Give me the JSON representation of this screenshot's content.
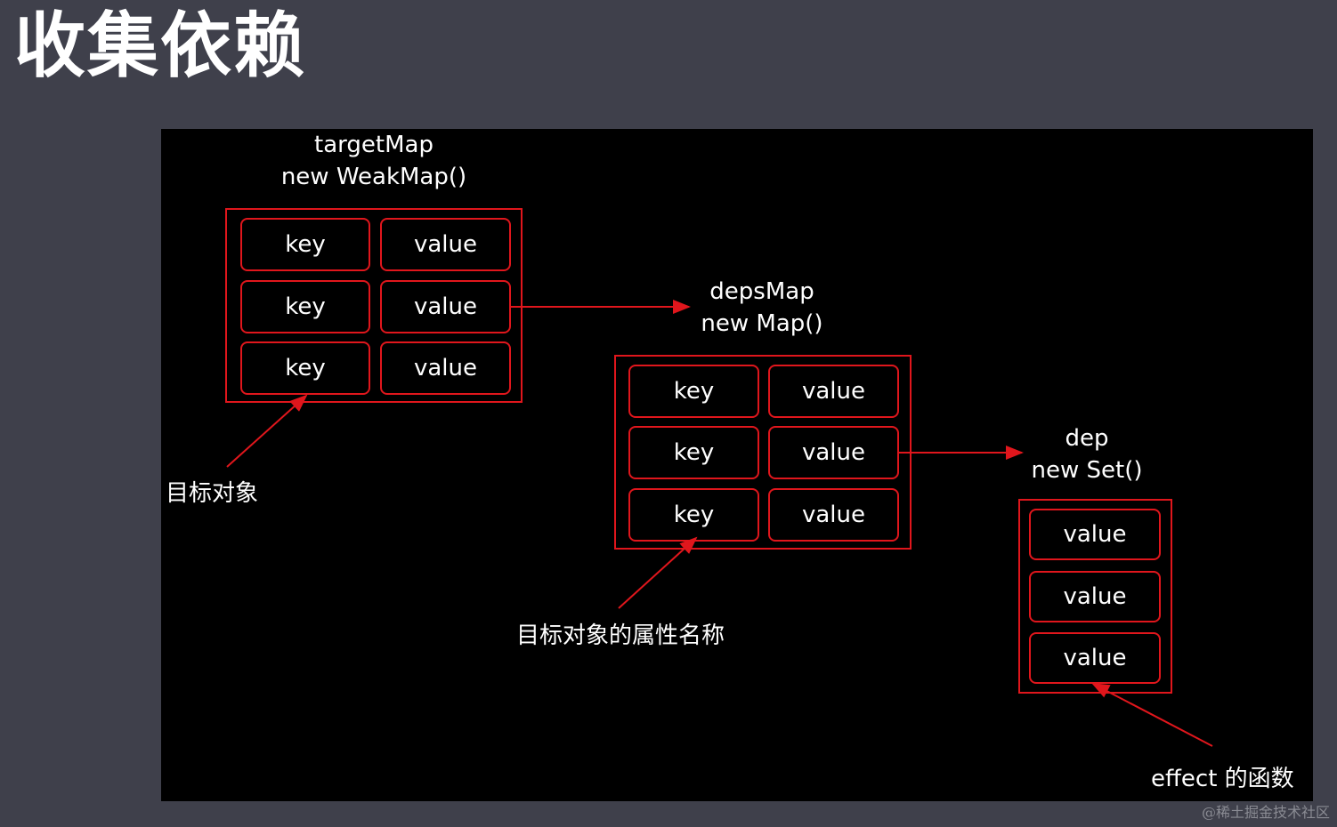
{
  "title": "收集依赖",
  "target_map": {
    "name": "targetMap",
    "ctor": "new WeakMap()",
    "rows": [
      {
        "key": "key",
        "value": "value"
      },
      {
        "key": "key",
        "value": "value"
      },
      {
        "key": "key",
        "value": "value"
      }
    ]
  },
  "deps_map": {
    "name": "depsMap",
    "ctor": "new Map()",
    "rows": [
      {
        "key": "key",
        "value": "value"
      },
      {
        "key": "key",
        "value": "value"
      },
      {
        "key": "key",
        "value": "value"
      }
    ]
  },
  "dep": {
    "name": "dep",
    "ctor": "new Set()",
    "values": [
      "value",
      "value",
      "value"
    ]
  },
  "annotations": {
    "target_object": "目标对象",
    "property_name": "目标对象的属性名称",
    "effect_fn": "effect 的函数"
  },
  "watermark": "@稀土掘金技术社区",
  "colors": {
    "background": "#3f404b",
    "canvas": "#000000",
    "accent_red": "#e0161c",
    "text": "#ffffff"
  }
}
